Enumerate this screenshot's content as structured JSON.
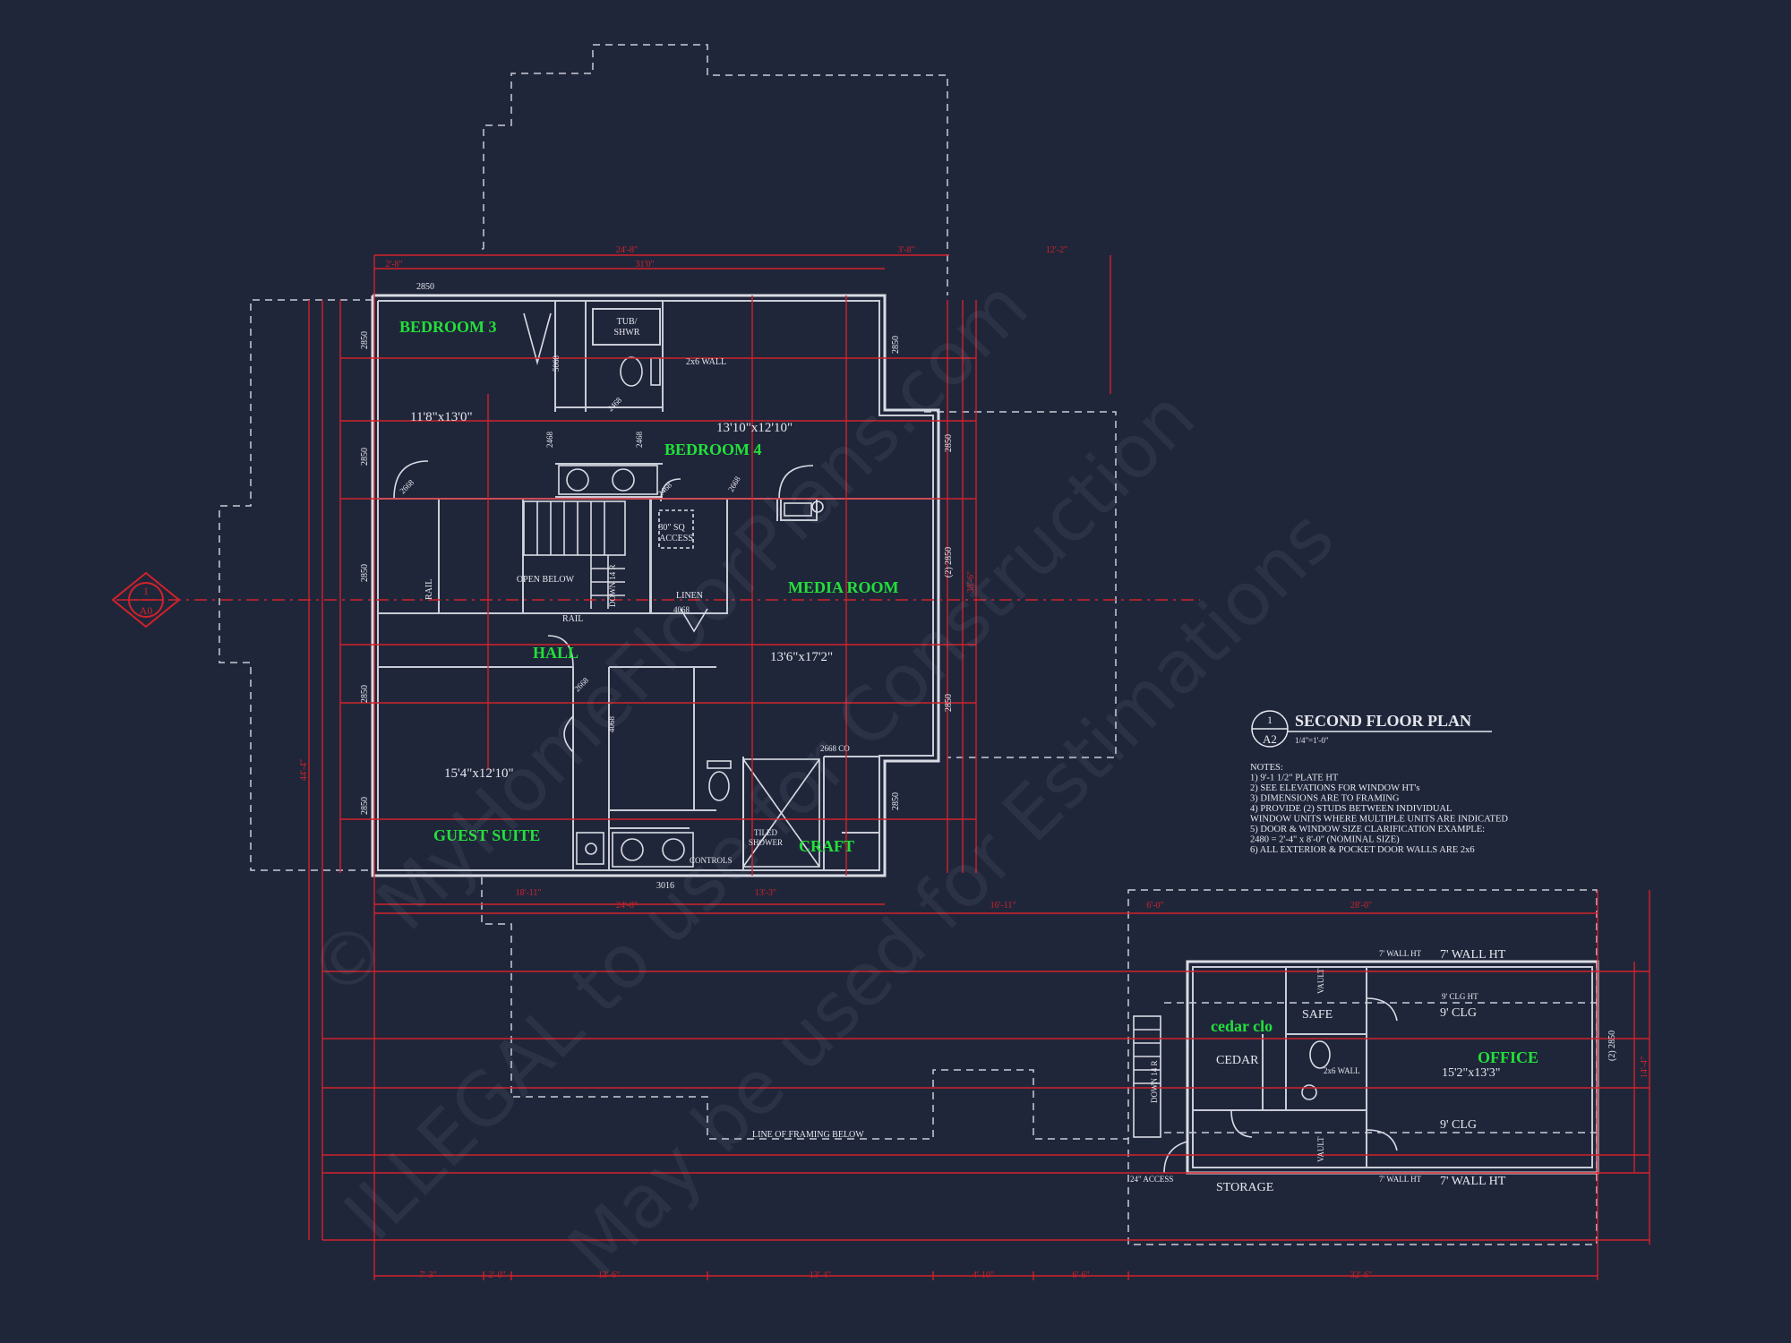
{
  "rooms": {
    "bedroom3": "BEDROOM 3",
    "bedroom4": "BEDROOM 4",
    "media_room": "MEDIA ROOM",
    "hall": "HALL",
    "guest_suite": "GUEST SUITE",
    "craft": "CRAFT",
    "cedar_clo": "cedar clo",
    "office": "OFFICE"
  },
  "room_sizes": {
    "bedroom3": "11'8\"x13'0\"",
    "bedroom4": "13'10\"x12'10\"",
    "hall": "13'6\"x17'2\"",
    "guest_suite": "15'4\"x12'10\"",
    "office": "15'2\"x13'3\""
  },
  "labels": {
    "tub_shwr_1": "TUB/",
    "tub_shwr_2": "SHWR",
    "wall_2x6": "2x6 WALL",
    "access_1": "30\" SQ",
    "access_2": "ACCESS",
    "open_below": "OPEN BELOW",
    "rail": "RAIL",
    "linen": "LINEN",
    "down": "DOWN 14 R",
    "tiled_shower_1": "TILED",
    "tiled_shower_2": "SHOWER",
    "controls": "CONTROLS",
    "co": "2668 CO",
    "safe": "SAFE",
    "cedar": "CEDAR",
    "storage": "STORAGE",
    "access_24": "24\" ACCESS",
    "framing_below": "LINE OF FRAMING BELOW",
    "vault": "VAULT",
    "wall_ht_7": "7' WALL HT",
    "wall_ht_7_small": "7' WALL HT",
    "clg_9": "9' CLG",
    "clg_9_small": "9' CLG HT",
    "wall_2x6_small": "2x6 WALL"
  },
  "doors": {
    "d2850": "2850",
    "d2468": "2468",
    "d2668": "2668",
    "d5068": "5068",
    "d4068": "4068",
    "d3016": "3016",
    "d2_2850": "(2) 2850"
  },
  "title_block": {
    "number": "1",
    "sheet": "A2",
    "title": "SECOND FLOOR PLAN",
    "scale": "1/4\"=1'-0\"",
    "section_number": "1",
    "section_sheet": "A0"
  },
  "notes": [
    "NOTES:",
    "1) 9'-1 1/2\" PLATE HT",
    "2) SEE ELEVATIONS FOR WINDOW HT's",
    "3) DIMENSIONS ARE TO FRAMING",
    "4) PROVIDE (2) STUDS BETWEEN INDIVIDUAL",
    "    WINDOW UNITS WHERE MULTIPLE UNITS ARE INDICATED",
    "5) DOOR & WINDOW SIZE CLARIFICATION EXAMPLE:",
    "    2480 = 2'-4\" x 8'-0\" (NOMINAL SIZE)",
    "6) ALL EXTERIOR & POCKET DOOR WALLS ARE 2x6"
  ],
  "dimensions": {
    "top_total": "31'0\"",
    "top_left": "24'-8\"",
    "top_mid": "3'-8\"",
    "top_right": "12'-2\"",
    "top_a": "2'-8\"",
    "b1": "7'-3\"",
    "b2": "2'-0\"",
    "b3": "13'-6\"",
    "b4": "13'-4\"",
    "b5": "4'-10\"",
    "b6": "6'-6\"",
    "b7": "32'-6\"",
    "mid_a": "18'-11\"",
    "mid_b": "13'-3\"",
    "mid_c": "24'-8\"",
    "mid_d": "16'-11\"",
    "mid_e": "6'-0\"",
    "mid_f": "28'-0\"",
    "side_total": "44'-4\"",
    "side_b": "38'-6\"",
    "annex_side": "14'-4\""
  },
  "watermark": [
    "© MyHomeFloorPlans.com",
    "ILLEGAL to use for Construction",
    "May be used for Estimations"
  ]
}
